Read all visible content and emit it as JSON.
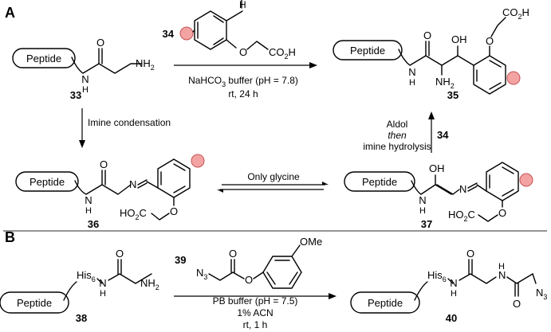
{
  "panels": {
    "a_label": "A",
    "b_label": "B"
  },
  "compounds": {
    "c33": "33",
    "c34": "34",
    "c35": "35",
    "c36": "36",
    "c37": "37",
    "c38": "38",
    "c39": "39",
    "c40": "40"
  },
  "peptide_label": "Peptide",
  "atoms": {
    "N": "N",
    "H": "H",
    "O": "O",
    "OH": "OH",
    "NH2": "NH",
    "NH2_sub": "2",
    "N3": "N",
    "N3_sub": "3",
    "OMe": "OMe",
    "CO2H": "CO",
    "CO2H_sub": "2",
    "CO2H_tail": "H",
    "HO2C_head": "HO",
    "HO2C_sub": "2",
    "HO2C_tail": "C",
    "His": "His",
    "His_sub": "6"
  },
  "conditions": {
    "a_top_line1_main": "NaHCO",
    "a_top_line1_sub": "3",
    "a_top_line1_tail": " buffer (pH = 7.8)",
    "a_top_line2": "rt, 24 h",
    "a_left": "Imine condensation",
    "a_equilibrium": "Only glycine",
    "a_right_line1": "Aldol",
    "a_right_line2": "then",
    "a_right_line3": "imine hydrolysis",
    "a_right_reagent": "34",
    "b_line1": "PB buffer (pH = 7.5)",
    "b_line2": "1% ACN",
    "b_line3": "rt, 1 h"
  },
  "colors": {
    "tag_fill": "#f4a3a3",
    "tag_stroke": "#c45454",
    "separator": "#555555"
  }
}
